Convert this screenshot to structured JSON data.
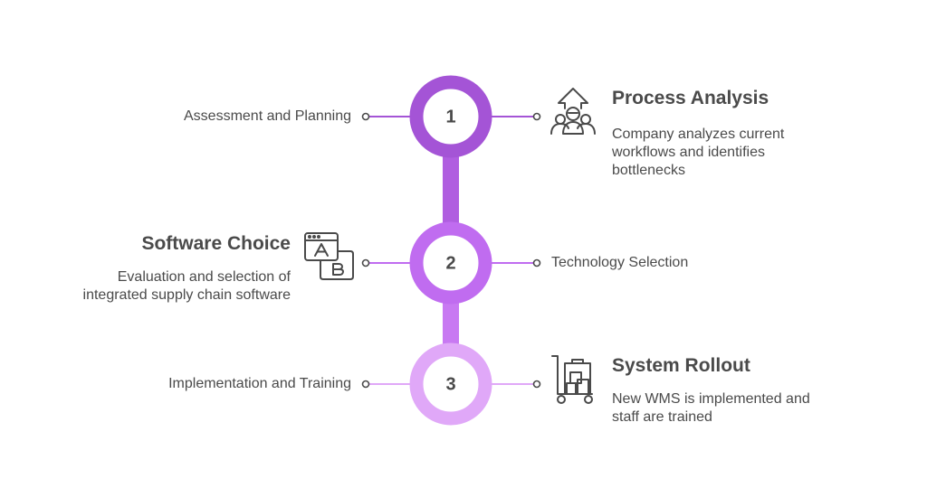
{
  "colors": {
    "step1": "#a454d6",
    "step2": "#c06cf0",
    "step3": "#e0a8f8",
    "connector_1_2": "#b05ee0",
    "connector_2_3": "#c879f2",
    "text": "#4a4a4a",
    "icon": "#4a4a4a"
  },
  "steps": [
    {
      "number": "1",
      "side_label": "Assessment and Planning",
      "title": "Process Analysis",
      "description": "Company analyzes current workflows and identifies bottlenecks",
      "icon": "team-growth-icon"
    },
    {
      "number": "2",
      "side_label": "Technology Selection",
      "title": "Software Choice",
      "description": "Evaluation and selection of integrated supply chain software",
      "icon": "ab-test-icon"
    },
    {
      "number": "3",
      "side_label": "Implementation and Training",
      "title": "System Rollout",
      "description": "New WMS is implemented and staff are trained",
      "icon": "warehouse-cart-icon"
    }
  ]
}
